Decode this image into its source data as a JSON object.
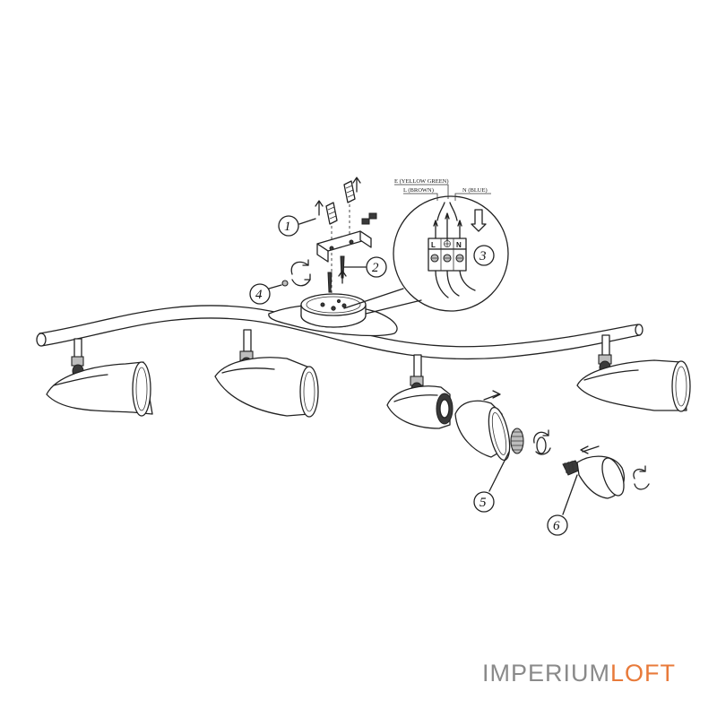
{
  "callouts": {
    "c1": "1",
    "c2": "2",
    "c3": "3",
    "c4": "4",
    "c5": "5",
    "c6": "6"
  },
  "wiring": {
    "earth": "E (YELLOW GREEN)",
    "live": "L (BROWN)",
    "neutral": "N (BLUE)",
    "term_l": "L",
    "term_n": "N"
  },
  "watermark": {
    "part1": "IMPERIUM",
    "part2": "LOFT",
    "color1": "#8a8a8a",
    "color2": "#e87a3a"
  }
}
